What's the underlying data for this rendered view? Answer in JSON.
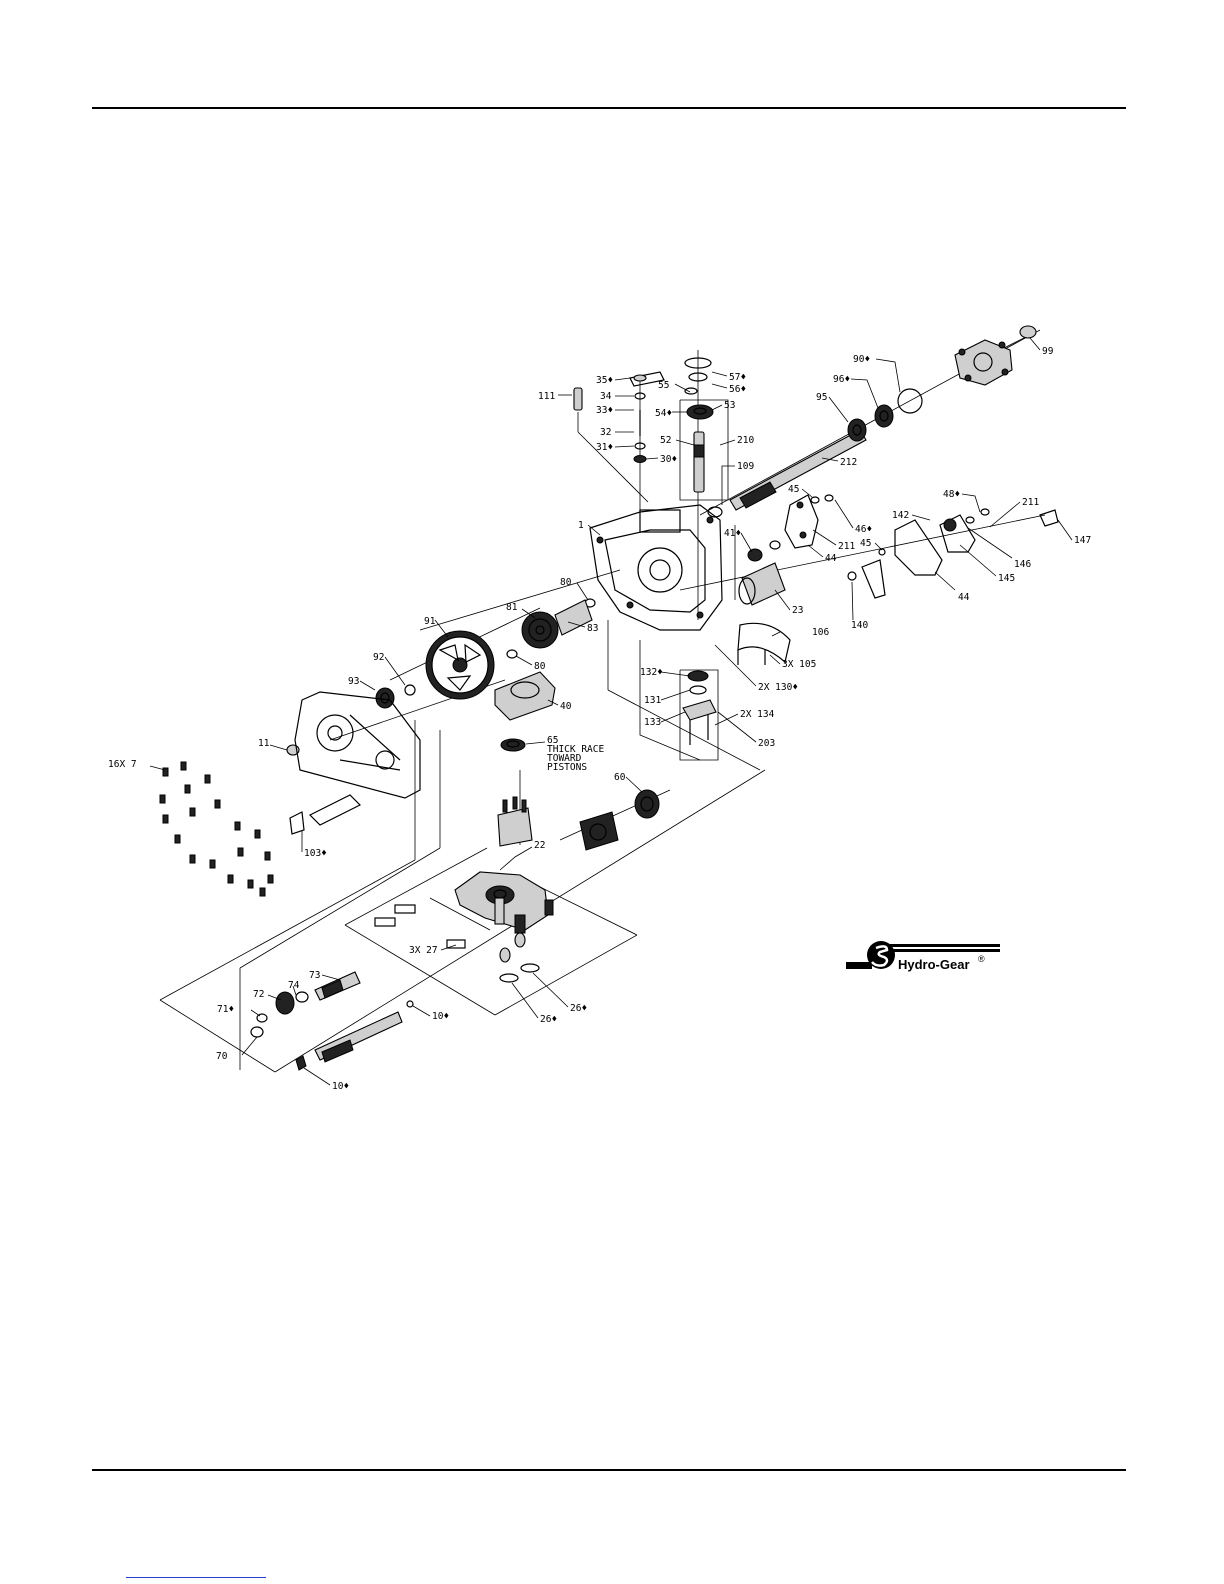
{
  "brand": {
    "name": "Hydro-Gear",
    "registered": "®"
  },
  "note": [
    "THICK RACE",
    "TOWARD",
    "PISTONS"
  ],
  "callouts": [
    {
      "label": "57♦"
    },
    {
      "label": "56♦"
    },
    {
      "label": "55"
    },
    {
      "label": "35♦"
    },
    {
      "label": "34"
    },
    {
      "label": "33♦"
    },
    {
      "label": "32"
    },
    {
      "label": "31♦"
    },
    {
      "label": "30♦"
    },
    {
      "label": "111"
    },
    {
      "label": "54♦"
    },
    {
      "label": "53"
    },
    {
      "label": "52"
    },
    {
      "label": "210"
    },
    {
      "label": "109"
    },
    {
      "label": "212"
    },
    {
      "label": "90♦"
    },
    {
      "label": "96♦"
    },
    {
      "label": "95"
    },
    {
      "label": "99"
    },
    {
      "label": "45"
    },
    {
      "label": "46♦"
    },
    {
      "label": "211"
    },
    {
      "label": "44"
    },
    {
      "label": "48♦"
    },
    {
      "label": "211"
    },
    {
      "label": "147"
    },
    {
      "label": "142"
    },
    {
      "label": "45"
    },
    {
      "label": "146"
    },
    {
      "label": "145"
    },
    {
      "label": "44"
    },
    {
      "label": "140"
    },
    {
      "label": "1"
    },
    {
      "label": "41♦"
    },
    {
      "label": "23"
    },
    {
      "label": "106"
    },
    {
      "label": "3X 105"
    },
    {
      "label": "2X 130♦"
    },
    {
      "label": "132♦"
    },
    {
      "label": "131"
    },
    {
      "label": "133"
    },
    {
      "label": "2X 134"
    },
    {
      "label": "203"
    },
    {
      "label": "80"
    },
    {
      "label": "81"
    },
    {
      "label": "83"
    },
    {
      "label": "80"
    },
    {
      "label": "91"
    },
    {
      "label": "92"
    },
    {
      "label": "93"
    },
    {
      "label": "40"
    },
    {
      "label": "65"
    },
    {
      "label": "11"
    },
    {
      "label": "16X 7"
    },
    {
      "label": "103♦"
    },
    {
      "label": "60"
    },
    {
      "label": "22"
    },
    {
      "label": "3X 27"
    },
    {
      "label": "73"
    },
    {
      "label": "74"
    },
    {
      "label": "72"
    },
    {
      "label": "71♦"
    },
    {
      "label": "70"
    },
    {
      "label": "10♦"
    },
    {
      "label": "26♦"
    },
    {
      "label": "26♦"
    },
    {
      "label": "10♦"
    }
  ]
}
